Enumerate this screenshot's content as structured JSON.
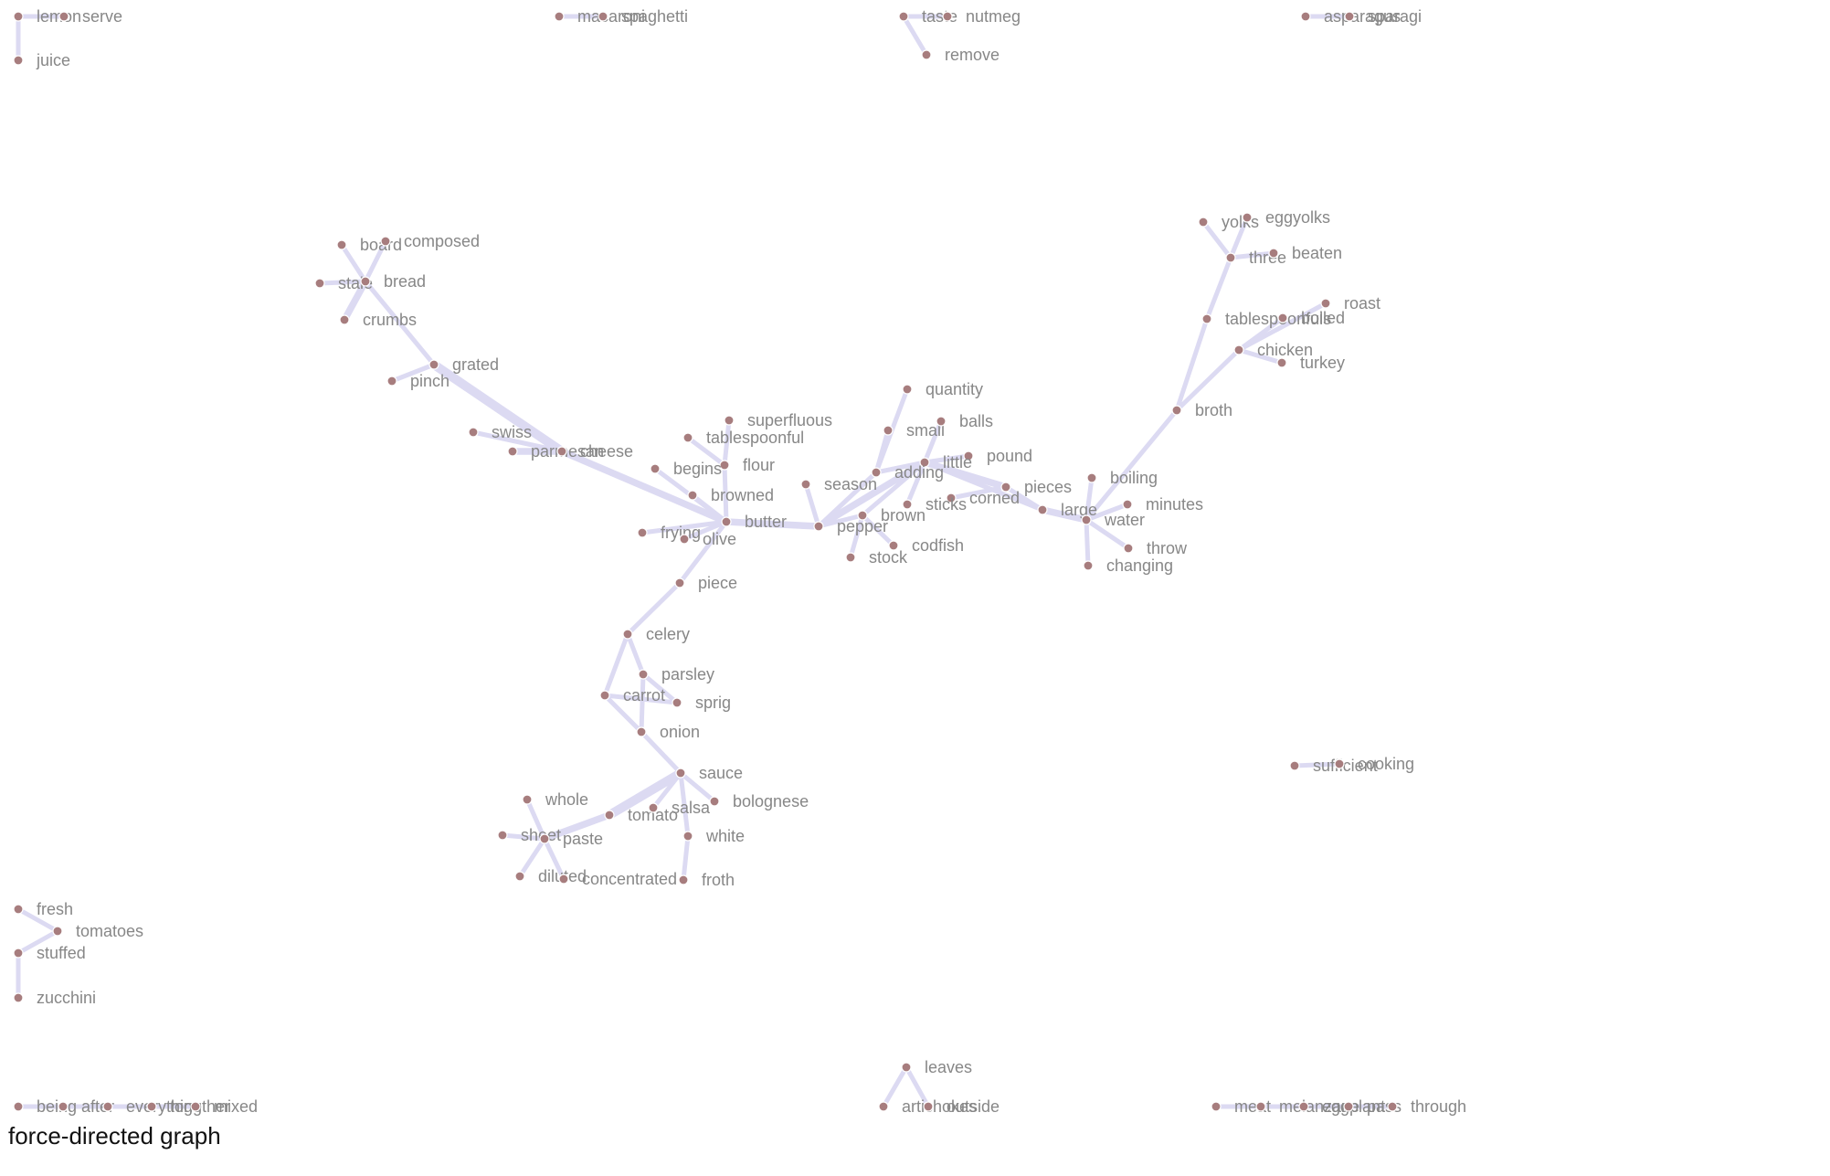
{
  "caption": "force-directed graph",
  "style": {
    "edge_color": "#dcdaf2",
    "node_color": "#a77d7e",
    "label_color": "#878787"
  },
  "nodes": [
    {
      "id": "lemon",
      "label": "lemon"
    },
    {
      "id": "serve",
      "label": "serve"
    },
    {
      "id": "juice",
      "label": "juice"
    },
    {
      "id": "macaroni",
      "label": "macaroni"
    },
    {
      "id": "spaghetti",
      "label": "spaghetti"
    },
    {
      "id": "taste",
      "label": "taste"
    },
    {
      "id": "nutmeg",
      "label": "nutmeg"
    },
    {
      "id": "remove",
      "label": "remove"
    },
    {
      "id": "asparagus",
      "label": "asparagus"
    },
    {
      "id": "sparagi",
      "label": "sparagi"
    },
    {
      "id": "board",
      "label": "board"
    },
    {
      "id": "composed",
      "label": "composed"
    },
    {
      "id": "stale",
      "label": "stale"
    },
    {
      "id": "bread",
      "label": "bread"
    },
    {
      "id": "crumbs",
      "label": "crumbs"
    },
    {
      "id": "grated",
      "label": "grated"
    },
    {
      "id": "pinch",
      "label": "pinch"
    },
    {
      "id": "swiss",
      "label": "swiss"
    },
    {
      "id": "parmesan",
      "label": "parmesan"
    },
    {
      "id": "cheese",
      "label": "cheese"
    },
    {
      "id": "superfluous",
      "label": "superfluous"
    },
    {
      "id": "tablespoonful",
      "label": "tablespoonful"
    },
    {
      "id": "flour",
      "label": "flour"
    },
    {
      "id": "begins",
      "label": "begins"
    },
    {
      "id": "browned",
      "label": "browned"
    },
    {
      "id": "butter",
      "label": "butter"
    },
    {
      "id": "frying",
      "label": "frying"
    },
    {
      "id": "olive",
      "label": "olive"
    },
    {
      "id": "piece",
      "label": "piece"
    },
    {
      "id": "celery",
      "label": "celery"
    },
    {
      "id": "parsley",
      "label": "parsley"
    },
    {
      "id": "carrot",
      "label": "carrot"
    },
    {
      "id": "sprig",
      "label": "sprig"
    },
    {
      "id": "onion",
      "label": "onion"
    },
    {
      "id": "sauce",
      "label": "sauce"
    },
    {
      "id": "whole",
      "label": "whole"
    },
    {
      "id": "bolognese",
      "label": "bolognese"
    },
    {
      "id": "tomato",
      "label": "tomato"
    },
    {
      "id": "salsa",
      "label": "salsa"
    },
    {
      "id": "sheet",
      "label": "sheet"
    },
    {
      "id": "paste",
      "label": "paste"
    },
    {
      "id": "white",
      "label": "white"
    },
    {
      "id": "diluted",
      "label": "diluted"
    },
    {
      "id": "concentrated",
      "label": "concentrated"
    },
    {
      "id": "froth",
      "label": "froth"
    },
    {
      "id": "quantity",
      "label": "quantity"
    },
    {
      "id": "small",
      "label": "small"
    },
    {
      "id": "balls",
      "label": "balls"
    },
    {
      "id": "pound",
      "label": "pound"
    },
    {
      "id": "little",
      "label": "little"
    },
    {
      "id": "adding",
      "label": "adding"
    },
    {
      "id": "season",
      "label": "season"
    },
    {
      "id": "pieces",
      "label": "pieces"
    },
    {
      "id": "corned",
      "label": "corned"
    },
    {
      "id": "sticks",
      "label": "sticks"
    },
    {
      "id": "brown",
      "label": "brown"
    },
    {
      "id": "pepper",
      "label": "pepper"
    },
    {
      "id": "codfish",
      "label": "codfish"
    },
    {
      "id": "stock",
      "label": "stock"
    },
    {
      "id": "large",
      "label": "large"
    },
    {
      "id": "water",
      "label": "water"
    },
    {
      "id": "boiling",
      "label": "boiling"
    },
    {
      "id": "minutes",
      "label": "minutes"
    },
    {
      "id": "throw",
      "label": "throw"
    },
    {
      "id": "changing",
      "label": "changing"
    },
    {
      "id": "broth",
      "label": "broth"
    },
    {
      "id": "chicken",
      "label": "chicken"
    },
    {
      "id": "turkey",
      "label": "turkey"
    },
    {
      "id": "tablespoonfuls",
      "label": "tablespoonfuls"
    },
    {
      "id": "boiled",
      "label": "boiled"
    },
    {
      "id": "roast",
      "label": "roast"
    },
    {
      "id": "three",
      "label": "three"
    },
    {
      "id": "beaten",
      "label": "beaten"
    },
    {
      "id": "yolks",
      "label": "yolks"
    },
    {
      "id": "eggyolks",
      "label": "eggyolks"
    },
    {
      "id": "sufficient",
      "label": "sufficient"
    },
    {
      "id": "cooking",
      "label": "cooking"
    },
    {
      "id": "fresh",
      "label": "fresh"
    },
    {
      "id": "tomatoes",
      "label": "tomatoes"
    },
    {
      "id": "stuffed",
      "label": "stuffed"
    },
    {
      "id": "zucchini",
      "label": "zucchini"
    },
    {
      "id": "being",
      "label": "being"
    },
    {
      "id": "after",
      "label": "after"
    },
    {
      "id": "everything",
      "label": "everything"
    },
    {
      "id": "together",
      "label": "together"
    },
    {
      "id": "mixed",
      "label": "mixed"
    },
    {
      "id": "leaves",
      "label": "leaves"
    },
    {
      "id": "artichokes",
      "label": "artichokes"
    },
    {
      "id": "outside",
      "label": "outside"
    },
    {
      "id": "meat",
      "label": "meat"
    },
    {
      "id": "melanzane",
      "label": "melanzane"
    },
    {
      "id": "eggplant",
      "label": "eggplant"
    },
    {
      "id": "pass",
      "label": "pass"
    },
    {
      "id": "through",
      "label": "through"
    }
  ],
  "links": [
    {
      "source": "lemon",
      "target": "serve",
      "weight": 1
    },
    {
      "source": "lemon",
      "target": "juice",
      "weight": 1
    },
    {
      "source": "macaroni",
      "target": "spaghetti",
      "weight": 1
    },
    {
      "source": "taste",
      "target": "nutmeg",
      "weight": 1
    },
    {
      "source": "taste",
      "target": "remove",
      "weight": 1
    },
    {
      "source": "asparagus",
      "target": "sparagi",
      "weight": 1
    },
    {
      "source": "board",
      "target": "bread",
      "weight": 1
    },
    {
      "source": "composed",
      "target": "bread",
      "weight": 1
    },
    {
      "source": "stale",
      "target": "bread",
      "weight": 1
    },
    {
      "source": "crumbs",
      "target": "bread",
      "weight": 2
    },
    {
      "source": "bread",
      "target": "grated",
      "weight": 1
    },
    {
      "source": "pinch",
      "target": "grated",
      "weight": 1
    },
    {
      "source": "grated",
      "target": "cheese",
      "weight": 3
    },
    {
      "source": "swiss",
      "target": "cheese",
      "weight": 1
    },
    {
      "source": "parmesan",
      "target": "cheese",
      "weight": 2
    },
    {
      "source": "cheese",
      "target": "butter",
      "weight": 2
    },
    {
      "source": "superfluous",
      "target": "flour",
      "weight": 1
    },
    {
      "source": "tablespoonful",
      "target": "flour",
      "weight": 1
    },
    {
      "source": "flour",
      "target": "butter",
      "weight": 1
    },
    {
      "source": "begins",
      "target": "butter",
      "weight": 1
    },
    {
      "source": "browned",
      "target": "butter",
      "weight": 1
    },
    {
      "source": "frying",
      "target": "butter",
      "weight": 1
    },
    {
      "source": "olive",
      "target": "butter",
      "weight": 1
    },
    {
      "source": "butter",
      "target": "piece",
      "weight": 1
    },
    {
      "source": "butter",
      "target": "pepper",
      "weight": 2
    },
    {
      "source": "piece",
      "target": "celery",
      "weight": 1
    },
    {
      "source": "celery",
      "target": "parsley",
      "weight": 1
    },
    {
      "source": "celery",
      "target": "carrot",
      "weight": 1
    },
    {
      "source": "parsley",
      "target": "sprig",
      "weight": 1
    },
    {
      "source": "carrot",
      "target": "sprig",
      "weight": 1
    },
    {
      "source": "carrot",
      "target": "onion",
      "weight": 1
    },
    {
      "source": "parsley",
      "target": "onion",
      "weight": 1
    },
    {
      "source": "onion",
      "target": "sauce",
      "weight": 1
    },
    {
      "source": "sauce",
      "target": "tomato",
      "weight": 3
    },
    {
      "source": "sauce",
      "target": "salsa",
      "weight": 1
    },
    {
      "source": "sauce",
      "target": "bolognese",
      "weight": 1
    },
    {
      "source": "sauce",
      "target": "white",
      "weight": 1
    },
    {
      "source": "tomato",
      "target": "paste",
      "weight": 2
    },
    {
      "source": "whole",
      "target": "paste",
      "weight": 1
    },
    {
      "source": "sheet",
      "target": "paste",
      "weight": 1
    },
    {
      "source": "paste",
      "target": "diluted",
      "weight": 1
    },
    {
      "source": "paste",
      "target": "concentrated",
      "weight": 1
    },
    {
      "source": "white",
      "target": "froth",
      "weight": 1
    },
    {
      "source": "quantity",
      "target": "adding",
      "weight": 1
    },
    {
      "source": "small",
      "target": "adding",
      "weight": 1
    },
    {
      "source": "balls",
      "target": "little",
      "weight": 1
    },
    {
      "source": "pound",
      "target": "little",
      "weight": 1
    },
    {
      "source": "little",
      "target": "adding",
      "weight": 1
    },
    {
      "source": "adding",
      "target": "pepper",
      "weight": 1
    },
    {
      "source": "season",
      "target": "pepper",
      "weight": 1
    },
    {
      "source": "little",
      "target": "pepper",
      "weight": 2
    },
    {
      "source": "brown",
      "target": "little",
      "weight": 1
    },
    {
      "source": "sticks",
      "target": "little",
      "weight": 1
    },
    {
      "source": "little",
      "target": "pieces",
      "weight": 2
    },
    {
      "source": "corned",
      "target": "pieces",
      "weight": 1
    },
    {
      "source": "little",
      "target": "large",
      "weight": 1
    },
    {
      "source": "pieces",
      "target": "large",
      "weight": 1
    },
    {
      "source": "pepper",
      "target": "brown",
      "weight": 1
    },
    {
      "source": "brown",
      "target": "stock",
      "weight": 1
    },
    {
      "source": "brown",
      "target": "codfish",
      "weight": 1
    },
    {
      "source": "large",
      "target": "water",
      "weight": 2
    },
    {
      "source": "water",
      "target": "boiling",
      "weight": 1
    },
    {
      "source": "water",
      "target": "minutes",
      "weight": 1
    },
    {
      "source": "water",
      "target": "throw",
      "weight": 1
    },
    {
      "source": "water",
      "target": "changing",
      "weight": 1
    },
    {
      "source": "water",
      "target": "broth",
      "weight": 1
    },
    {
      "source": "broth",
      "target": "chicken",
      "weight": 1
    },
    {
      "source": "broth",
      "target": "tablespoonfuls",
      "weight": 1
    },
    {
      "source": "chicken",
      "target": "turkey",
      "weight": 1
    },
    {
      "source": "chicken",
      "target": "boiled",
      "weight": 1
    },
    {
      "source": "chicken",
      "target": "roast",
      "weight": 1
    },
    {
      "source": "tablespoonfuls",
      "target": "three",
      "weight": 1
    },
    {
      "source": "three",
      "target": "beaten",
      "weight": 1
    },
    {
      "source": "three",
      "target": "yolks",
      "weight": 1
    },
    {
      "source": "three",
      "target": "eggyolks",
      "weight": 1
    },
    {
      "source": "sufficient",
      "target": "cooking",
      "weight": 1
    },
    {
      "source": "fresh",
      "target": "tomatoes",
      "weight": 1
    },
    {
      "source": "stuffed",
      "target": "tomatoes",
      "weight": 1
    },
    {
      "source": "stuffed",
      "target": "zucchini",
      "weight": 1
    },
    {
      "source": "being",
      "target": "after",
      "weight": 1
    },
    {
      "source": "after",
      "target": "everything",
      "weight": 1
    },
    {
      "source": "everything",
      "target": "together",
      "weight": 1
    },
    {
      "source": "together",
      "target": "mixed",
      "weight": 1
    },
    {
      "source": "leaves",
      "target": "artichokes",
      "weight": 1
    },
    {
      "source": "leaves",
      "target": "outside",
      "weight": 1
    },
    {
      "source": "meat",
      "target": "melanzane",
      "weight": 1
    },
    {
      "source": "melanzane",
      "target": "eggplant",
      "weight": 1
    },
    {
      "source": "eggplant",
      "target": "pass",
      "weight": 1
    },
    {
      "source": "pass",
      "target": "through",
      "weight": 1
    }
  ]
}
